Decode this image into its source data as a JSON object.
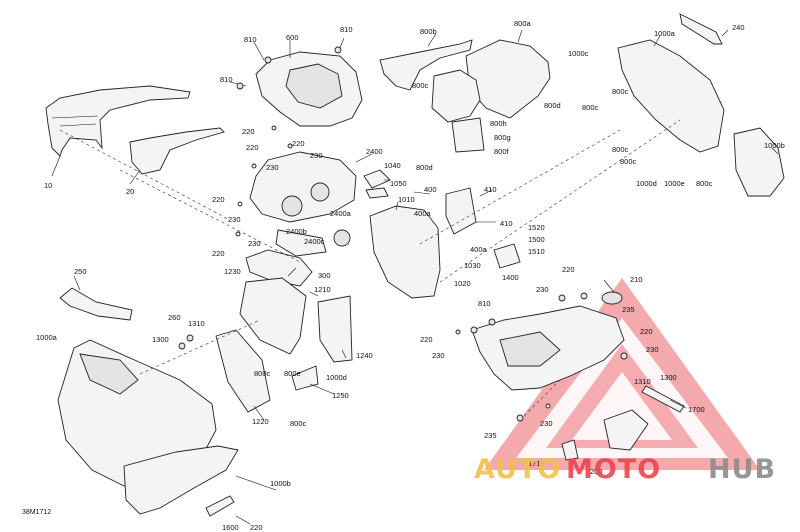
{
  "diagram": {
    "reference": "38M1712",
    "labels": {
      "l10": "10",
      "l20": "20",
      "l600": "600",
      "l810a": "810",
      "l810b": "810",
      "l810c": "810",
      "l810d": "810",
      "l220a": "220",
      "l220b": "220",
      "l220c": "220",
      "l220d": "220",
      "l220e": "220",
      "l220f": "220",
      "l220g": "220",
      "l220h": "220",
      "l220i": "220",
      "l230a": "230",
      "l230b": "230",
      "l230c": "230",
      "l230d": "230",
      "l230e": "230",
      "l230f": "230",
      "l230g": "230",
      "l230h": "230",
      "l800a": "800a",
      "l800b": "800b",
      "l800c1": "800c",
      "l800c2": "800c",
      "l800c3": "800c",
      "l800c4": "800c",
      "l800c5": "800c",
      "l800c6": "800c",
      "l800c7": "800c",
      "l800c8": "800c",
      "l800d1": "800d",
      "l800d2": "800d",
      "l800e": "800e",
      "l800f": "800f",
      "l800g": "800g",
      "l800h": "800h",
      "l1000a1": "1000a",
      "l1000a2": "1000a",
      "l1000b1": "1000b",
      "l1000b2": "1000b",
      "l1000c": "1000c",
      "l1000d1": "1000d",
      "l1000d2": "1000d",
      "l1000e": "1000e",
      "l240": "240",
      "l2400": "2400",
      "l2400a": "2400a",
      "l2400b": "2400b",
      "l2400c": "2400c",
      "l1040": "1040",
      "l1050": "1050",
      "l1010": "1010",
      "l400": "400",
      "l400a1": "400a",
      "l400a2": "400a",
      "l410a": "410",
      "l410b": "410",
      "l1520": "1520",
      "l1500": "1500",
      "l1510": "1510",
      "l1030": "1030",
      "l1400": "1400",
      "l1020": "1020",
      "l1230": "1230",
      "l300": "300",
      "l250": "250",
      "l1210": "1210",
      "l260": "260",
      "l1310a": "1310",
      "l1310b": "1310",
      "l1300a": "1300",
      "l1300b": "1300",
      "l1240": "1240",
      "l1250": "1250",
      "l1220": "1220",
      "l210": "210",
      "l235a": "235",
      "l235b": "235",
      "l1700": "1700",
      "l1710": "1710",
      "l200": "200",
      "l1600": "1600"
    }
  },
  "watermark": {
    "brand_auto": "AUTO",
    "brand_moto": "MOTO",
    "brand_hub": "HUB",
    "colors": {
      "red": "#e8474f",
      "yellow": "#f2c14a",
      "gray": "#8c8c8c"
    }
  }
}
